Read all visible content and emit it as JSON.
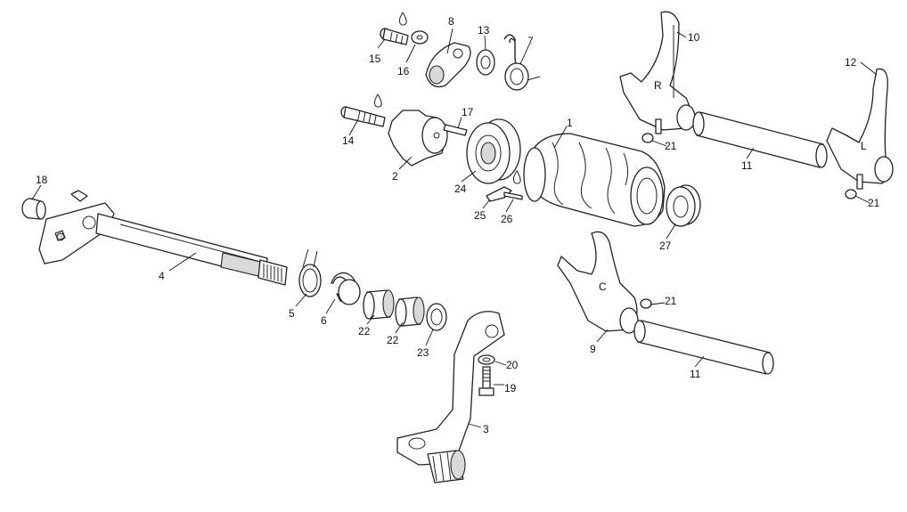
{
  "callouts": [
    {
      "id": "c1",
      "label": "1"
    },
    {
      "id": "c2",
      "label": "2"
    },
    {
      "id": "c3",
      "label": "3"
    },
    {
      "id": "c4",
      "label": "4"
    },
    {
      "id": "c5",
      "label": "5"
    },
    {
      "id": "c6",
      "label": "6"
    },
    {
      "id": "c7",
      "label": "7"
    },
    {
      "id": "c8",
      "label": "8"
    },
    {
      "id": "c9",
      "label": "9"
    },
    {
      "id": "c10",
      "label": "10"
    },
    {
      "id": "c11a",
      "label": "11"
    },
    {
      "id": "c11b",
      "label": "11"
    },
    {
      "id": "c12",
      "label": "12"
    },
    {
      "id": "c13",
      "label": "13"
    },
    {
      "id": "c14",
      "label": "14"
    },
    {
      "id": "c15",
      "label": "15"
    },
    {
      "id": "c16",
      "label": "16"
    },
    {
      "id": "c17",
      "label": "17"
    },
    {
      "id": "c18",
      "label": "18"
    },
    {
      "id": "c19",
      "label": "19"
    },
    {
      "id": "c20",
      "label": "20"
    },
    {
      "id": "c21a",
      "label": "21"
    },
    {
      "id": "c21b",
      "label": "21"
    },
    {
      "id": "c21c",
      "label": "21"
    },
    {
      "id": "c22a",
      "label": "22"
    },
    {
      "id": "c22b",
      "label": "22"
    },
    {
      "id": "c23",
      "label": "23"
    },
    {
      "id": "c24",
      "label": "24"
    },
    {
      "id": "c25",
      "label": "25"
    },
    {
      "id": "c26",
      "label": "26"
    },
    {
      "id": "c27",
      "label": "27"
    }
  ],
  "fork_markings": {
    "fork_10": "R",
    "fork_12": "L",
    "fork_9": "C"
  }
}
